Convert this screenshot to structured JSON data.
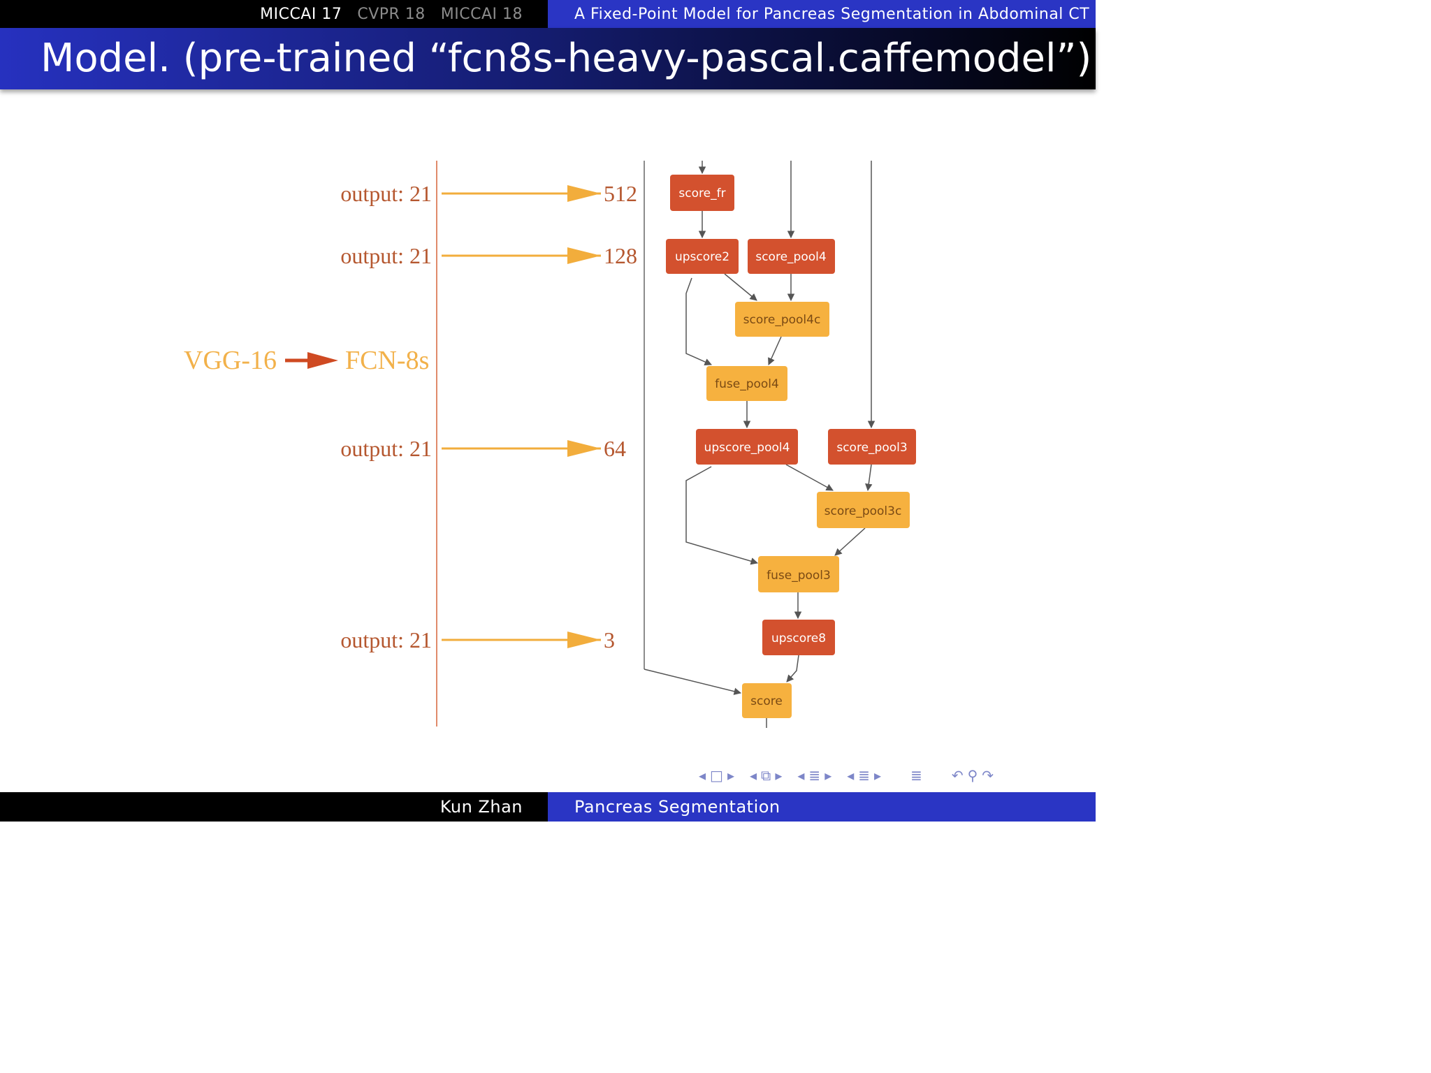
{
  "header": {
    "sections": [
      {
        "label": "MICCAI 17",
        "active": true
      },
      {
        "label": "CVPR 18",
        "active": false
      },
      {
        "label": "MICCAI 18",
        "active": false
      }
    ],
    "talk_title": "A Fixed-Point Model for Pancreas Segmentation in Abdominal CT"
  },
  "slide": {
    "title": "Model. (pre-trained “fcn8s-heavy-pascal.caffemodel”)"
  },
  "diagram": {
    "left_labels": [
      {
        "text": "output: 21",
        "value": "512"
      },
      {
        "text": "output: 21",
        "value": "128"
      },
      {
        "text": "output: 21",
        "value": "64"
      },
      {
        "text": "output: 21",
        "value": "3"
      }
    ],
    "vgg_label": "VGG-16",
    "fcn_label": "FCN-8s",
    "nodes": {
      "score_fr": "score_fr",
      "upscore2": "upscore2",
      "score_pool4": "score_pool4",
      "score_pool4c": "score_pool4c",
      "fuse_pool4": "fuse_pool4",
      "upscore_pool4": "upscore_pool4",
      "score_pool3": "score_pool3",
      "score_pool3c": "score_pool3c",
      "fuse_pool3": "fuse_pool3",
      "upscore8": "upscore8",
      "score": "score"
    },
    "colors": {
      "red_node": "#d3512e",
      "orange_node": "#f6b13f",
      "label_red": "#b5572f",
      "label_orange": "#f2b14a",
      "arrow_orange": "#f2ad3c"
    }
  },
  "navigation": {
    "icons": [
      "nav-prev-frame-icon",
      "nav-frame-icon",
      "nav-next-frame-icon",
      "nav-prev-slide-icon",
      "nav-slide-icon",
      "nav-next-slide-icon",
      "nav-prev-section-icon",
      "nav-section-icon",
      "nav-next-section-icon",
      "nav-prev-subsection-icon",
      "nav-subsection-icon",
      "nav-next-subsection-icon",
      "nav-toc-icon",
      "nav-back-icon",
      "nav-search-icon",
      "nav-forward-icon"
    ]
  },
  "footer": {
    "author": "Kun Zhan",
    "short_title": "Pancreas Segmentation"
  }
}
